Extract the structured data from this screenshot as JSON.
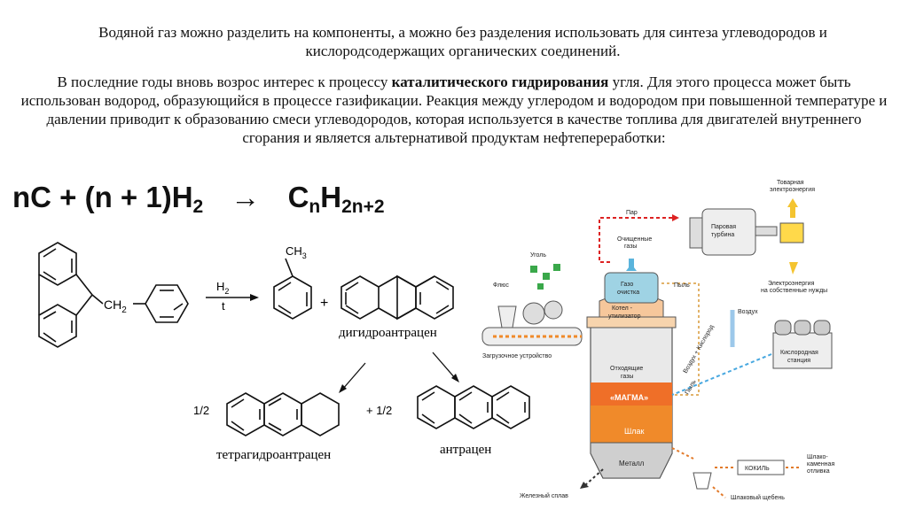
{
  "text": {
    "para1": "Водяной газ можно разделить на компоненты, а можно без разделения использовать для синтеза углеводородов и кислородсодержащих органических соединений.",
    "para2_before": "В последние годы вновь возрос интерес к процессу ",
    "para2_bold": "каталитического гидрирования",
    "para2_after": " угля. Для этого процесса может быть использован водород, образующийся в процессе газификации. Реакция между углеродом и водородом при повышенной температуре и давлении приводит к образованию смеси углеводородов, которая используется в качестве топлива для двигателей внутреннего сгорания и является альтернативой продуктам нефтепереработки:"
  },
  "formula": {
    "left": "nC + (n + 1)H",
    "left_sub": "2",
    "arrow": "→",
    "right": "C",
    "right_sub1": "n",
    "right_h": "H",
    "right_sub2": "2n+2"
  },
  "reaction": {
    "group_ch2": "CH",
    "group_ch2_sub": "2",
    "reagent": "H",
    "reagent_sub": "2",
    "condition": "t",
    "methyl": "CH",
    "methyl_sub": "3",
    "plus": "+",
    "dihydro": "дигидроантрацен",
    "half1": "1/2",
    "half2": "+ 1/2",
    "tetrahydro": "тетрагидроантрацен",
    "anthracene": "антрацен"
  },
  "diagram": {
    "steam": "Пар",
    "clean_gas_1": "Очищенные",
    "clean_gas_2": "газы",
    "turbine_1": "Паровая",
    "turbine_2": "турбина",
    "power_out_1": "Товарная",
    "power_out_2": "электроэнергия",
    "power_own_1": "Электроэнергия",
    "power_own_2": "на собственные нужды",
    "air": "Воздух",
    "oxygen_1": "Кислородная",
    "oxygen_2": "станция",
    "coal": "Уголь",
    "flux": "Флюс",
    "loader": "Загрузочное устройство",
    "gas_clean_1": "Газо",
    "gas_clean_2": "очистка",
    "dust": "Пыль",
    "boiler_1": "Котел -",
    "boiler_2": "утилизатор",
    "waste_gas_1": "Отходящие",
    "waste_gas_2": "газы",
    "air_oxygen": "Воздух + Кислород",
    "dust2": "Пыль",
    "magma": "«МАГМА»",
    "slag": "Шлак",
    "metal": "Металл",
    "iron_out": "Железный сплав",
    "kokil": "КОКИЛЬ",
    "slag_stone_1": "Шлако-",
    "slag_stone_2": "каменная",
    "slag_stone_3": "отливка",
    "slag_gravel": "Шлаковый щебень"
  }
}
